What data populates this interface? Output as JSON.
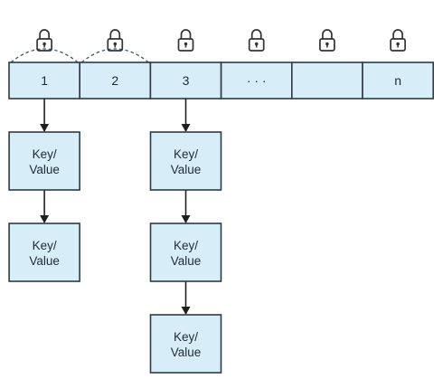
{
  "colors": {
    "box_fill": "#d7edf8",
    "box_stroke": "#2e3a44",
    "arrow": "#1f1f1f",
    "lock": "#333333"
  },
  "buckets": [
    {
      "label": "1",
      "locked": true
    },
    {
      "label": "2",
      "locked": true
    },
    {
      "label": "3",
      "locked": true
    },
    {
      "label": "· · ·",
      "locked": true
    },
    {
      "label": "",
      "locked": true
    },
    {
      "label": "n",
      "locked": true
    }
  ],
  "lock_icon": "padlock-icon",
  "chains": [
    {
      "bucket": 0,
      "nodes": [
        {
          "line1": "Key/",
          "line2": "Value"
        },
        {
          "line1": "Key/",
          "line2": "Value"
        }
      ]
    },
    {
      "bucket": 2,
      "nodes": [
        {
          "line1": "Key/",
          "line2": "Value"
        },
        {
          "line1": "Key/",
          "line2": "Value"
        },
        {
          "line1": "Key/",
          "line2": "Value"
        }
      ]
    }
  ]
}
